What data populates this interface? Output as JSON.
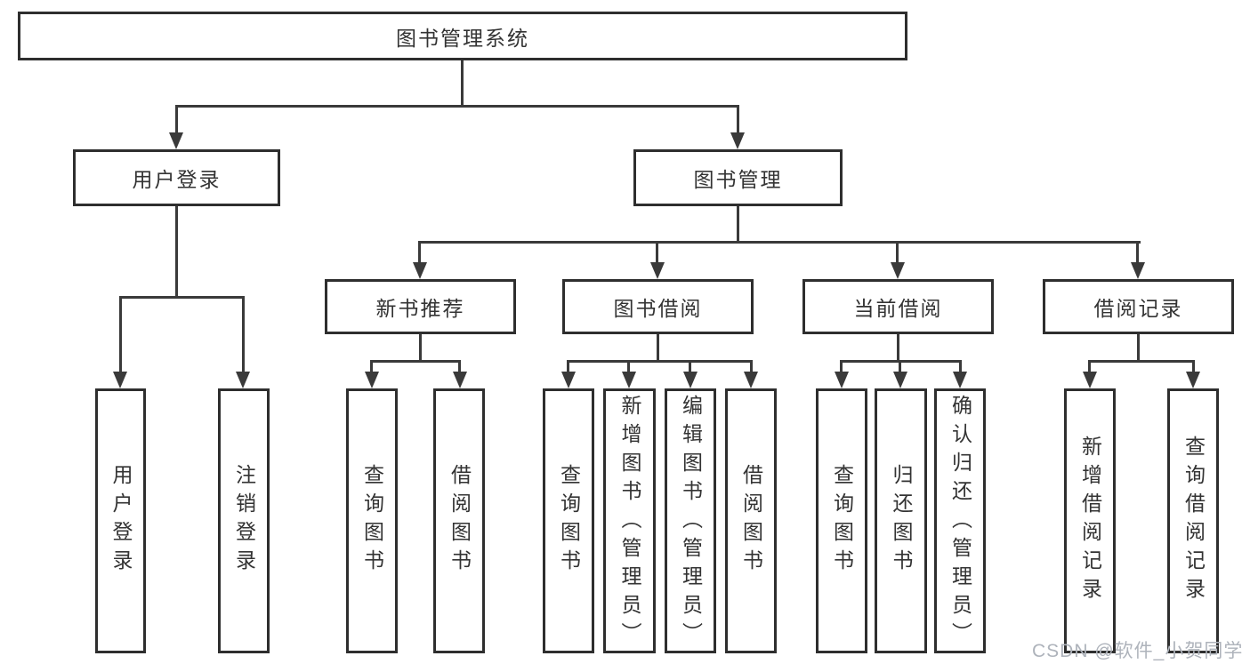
{
  "tree": {
    "root": {
      "label": "图书管理系统",
      "children": [
        {
          "label": "用户登录",
          "children": [
            {
              "label": "用户登录"
            },
            {
              "label": "注销登录"
            }
          ]
        },
        {
          "label": "图书管理",
          "children": [
            {
              "label": "新书推荐",
              "children": [
                {
                  "label": "查询图书"
                },
                {
                  "label": "借阅图书"
                }
              ]
            },
            {
              "label": "图书借阅",
              "children": [
                {
                  "label": "查询图书"
                },
                {
                  "label": "新增图书（管理员）"
                },
                {
                  "label": "编辑图书（管理员）"
                },
                {
                  "label": "借阅图书"
                }
              ]
            },
            {
              "label": "当前借阅",
              "children": [
                {
                  "label": "查询图书"
                },
                {
                  "label": "归还图书"
                },
                {
                  "label": "确认归还（管理员）"
                }
              ]
            },
            {
              "label": "借阅记录",
              "children": [
                {
                  "label": "新增借阅记录"
                },
                {
                  "label": "查询借阅记录"
                }
              ]
            }
          ]
        }
      ]
    }
  },
  "watermark": {
    "text": "CSDN @软件_小贺同学"
  },
  "colors": {
    "bg": "#ffffff",
    "border": "#2e2e2e",
    "line": "#3a3a3a",
    "text": "#333333",
    "watermark": "#aeb3bb"
  }
}
